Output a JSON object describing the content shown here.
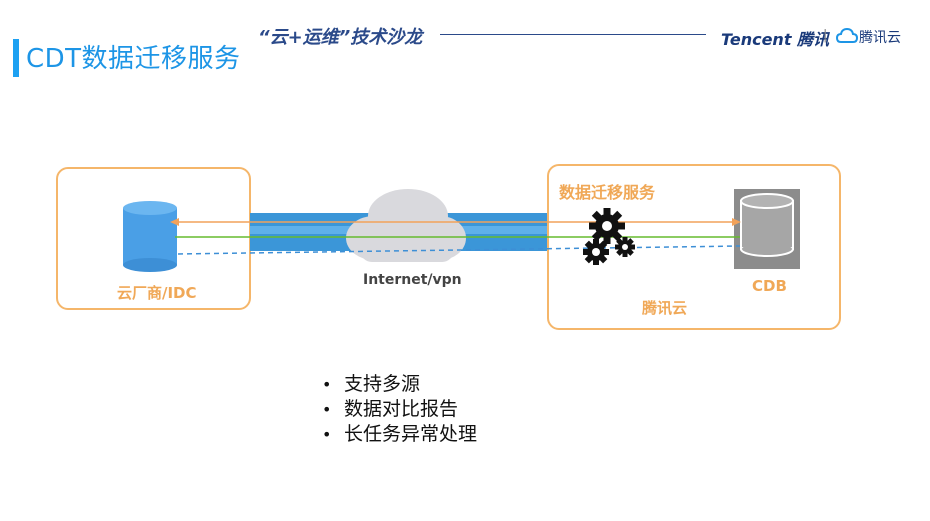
{
  "header": {
    "title": "CDT数据迁移服务",
    "salon": "“云+运维”技术沙龙",
    "brand": "Tencent 腾讯",
    "brand_sep": "|",
    "cloud_brand": "腾讯云"
  },
  "diagram": {
    "left_label": "云厂商/IDC",
    "network_label": "Internet/vpn",
    "service_label": "数据迁移服务",
    "cdb_label": "CDB",
    "right_label": "腾讯云"
  },
  "features": [
    "支持多源",
    "数据对比报告",
    "长任务异常处理"
  ],
  "colors": {
    "accent": "#1d95e6",
    "box_border": "#f5b66a",
    "label": "#f0a857",
    "pipe": "#3b96d8",
    "line_orange": "#f2a25a",
    "line_green": "#66bb2e",
    "line_blue": "#3d8fd6"
  }
}
